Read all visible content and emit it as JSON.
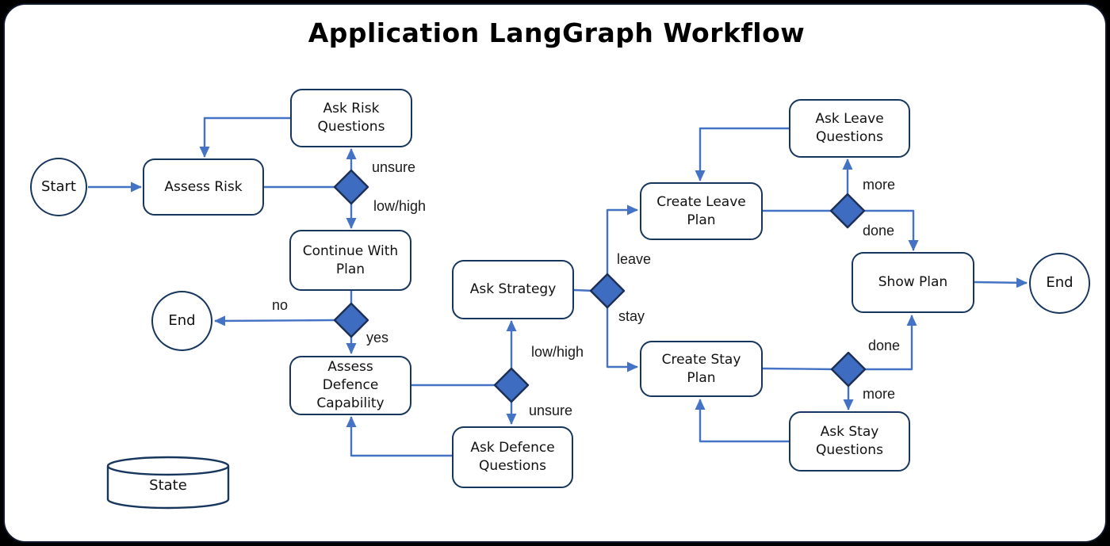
{
  "title": "Application LangGraph Workflow",
  "nodes": {
    "start": {
      "label": "Start"
    },
    "assess_risk": {
      "label": "Assess Risk"
    },
    "ask_risk_questions": {
      "label": "Ask Risk\nQuestions"
    },
    "continue_with_plan": {
      "label": "Continue With\nPlan"
    },
    "end_left": {
      "label": "End"
    },
    "assess_defence_capability": {
      "label": "Assess\nDefence\nCapability"
    },
    "ask_defence_questions": {
      "label": "Ask Defence\nQuestions"
    },
    "ask_strategy": {
      "label": "Ask Strategy"
    },
    "create_leave_plan": {
      "label": "Create Leave\nPlan"
    },
    "ask_leave_questions": {
      "label": "Ask Leave\nQuestions"
    },
    "create_stay_plan": {
      "label": "Create Stay\nPlan"
    },
    "ask_stay_questions": {
      "label": "Ask Stay\nQuestions"
    },
    "show_plan": {
      "label": "Show Plan"
    },
    "end_right": {
      "label": "End"
    },
    "state": {
      "label": "State"
    }
  },
  "edge_labels": {
    "unsure_risk": "unsure",
    "low_high_risk": "low/high",
    "no": "no",
    "yes": "yes",
    "low_high_defence": "low/high",
    "unsure_defence": "unsure",
    "leave": "leave",
    "stay": "stay",
    "more_leave": "more",
    "done_leave": "done",
    "done_stay": "done",
    "more_stay": "more"
  },
  "colors": {
    "arrow": "#4472c4",
    "node_border": "#17365d",
    "node_fill": "#ffffff",
    "diamond_fill": "#3d6cc1",
    "diamond_border": "#1c2f55",
    "label_text": "#111111",
    "edge_label_text": "#1a1a1a",
    "frame_bg": "#000000",
    "canvas_bg": "#ffffff"
  }
}
